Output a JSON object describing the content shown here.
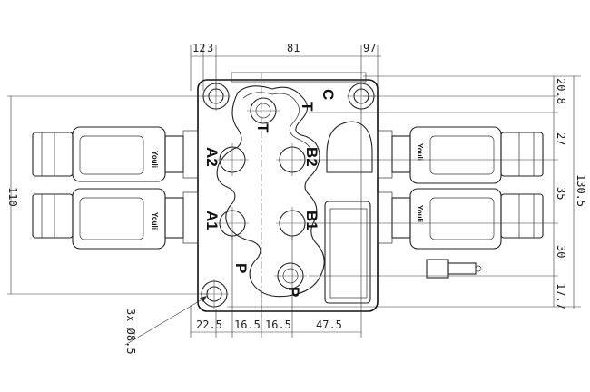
{
  "ports": {
    "c": "C",
    "t_upper": "T",
    "t_lower": "T",
    "a2": "A2",
    "b2": "B2",
    "a1": "A1",
    "b1": "B1",
    "p_left": "P",
    "p_right": "P"
  },
  "brand": {
    "left_top": "Youli",
    "left_bottom": "Youli",
    "right_top": "Youli",
    "right_bottom": "Youli"
  },
  "dimensions": {
    "top_left_a": "12",
    "top_left_b": "3",
    "top_81": "81",
    "top_97": "97",
    "right_208": "20.8",
    "right_27": "27",
    "right_35": "35",
    "right_30": "30",
    "right_177": "17.7",
    "right_1305": "130.5",
    "left_110": "110",
    "bottom_225": "22.5",
    "bottom_165a": "16.5",
    "bottom_165b": "16.5",
    "bottom_475": "47.5",
    "holes": "3x Ø8.5"
  }
}
